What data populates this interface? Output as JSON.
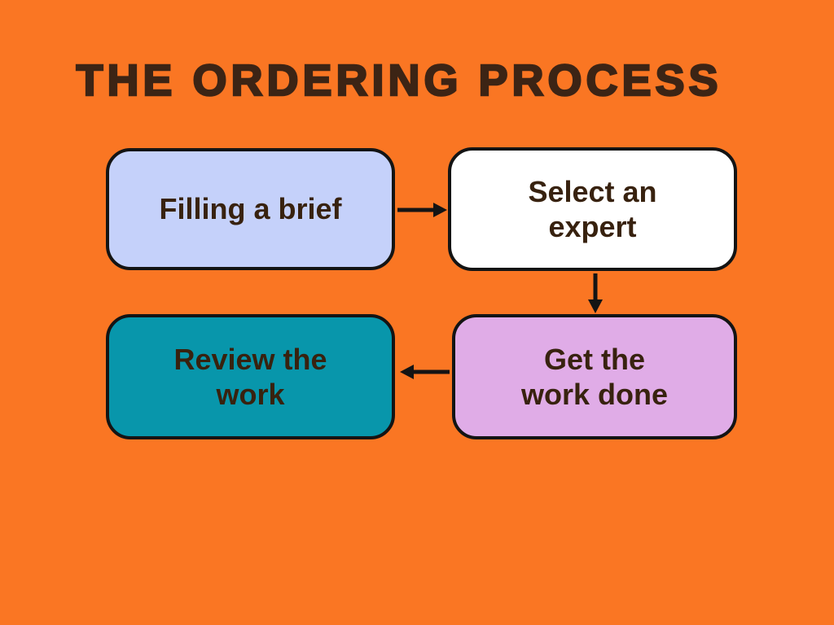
{
  "page": {
    "background_color": "#FA7623",
    "title": "THE ORDERING PROCESS",
    "title_color": "#3C2415"
  },
  "flowchart": {
    "border_color": "#141414",
    "arrow_color": "#141414",
    "text_color": "#38220F",
    "steps": [
      {
        "id": "step-1",
        "label": "Filling a brief",
        "fill": "#C5D1FA"
      },
      {
        "id": "step-2",
        "label": "Select an\nexpert",
        "fill": "#FFFFFF"
      },
      {
        "id": "step-3",
        "label": "Get the\nwork done",
        "fill": "#E0ACE7"
      },
      {
        "id": "step-4",
        "label": "Review the\nwork",
        "fill": "#0896AB"
      }
    ],
    "connectors": [
      {
        "from": "step-1",
        "to": "step-2",
        "direction": "right"
      },
      {
        "from": "step-2",
        "to": "step-3",
        "direction": "down"
      },
      {
        "from": "step-3",
        "to": "step-4",
        "direction": "left"
      }
    ]
  }
}
